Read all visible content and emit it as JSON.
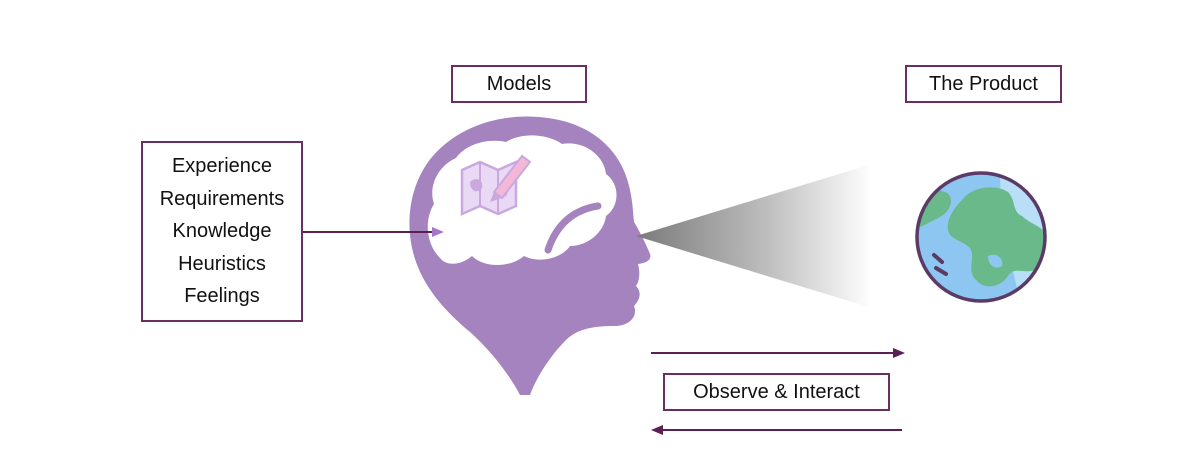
{
  "labels": {
    "models": "Models",
    "product": "The Product",
    "observe": "Observe & Interact"
  },
  "inputs": [
    "Experience",
    "Requirements",
    "Knowledge",
    "Heuristics",
    "Feelings"
  ],
  "colors": {
    "border": "#6b2e63",
    "head": "#a483bf",
    "brain_fill": "#ffffff",
    "arrow": "#5b1f55",
    "input_arrow_head": "#a775c9",
    "ocean": "#8ec6f2",
    "land": "#6ab98a"
  },
  "icons": {
    "head": "head-silhouette-icon",
    "brain": "brain-outline-icon",
    "map": "map-with-pencil-icon",
    "globe": "globe-icon",
    "cone": "vision-cone"
  }
}
